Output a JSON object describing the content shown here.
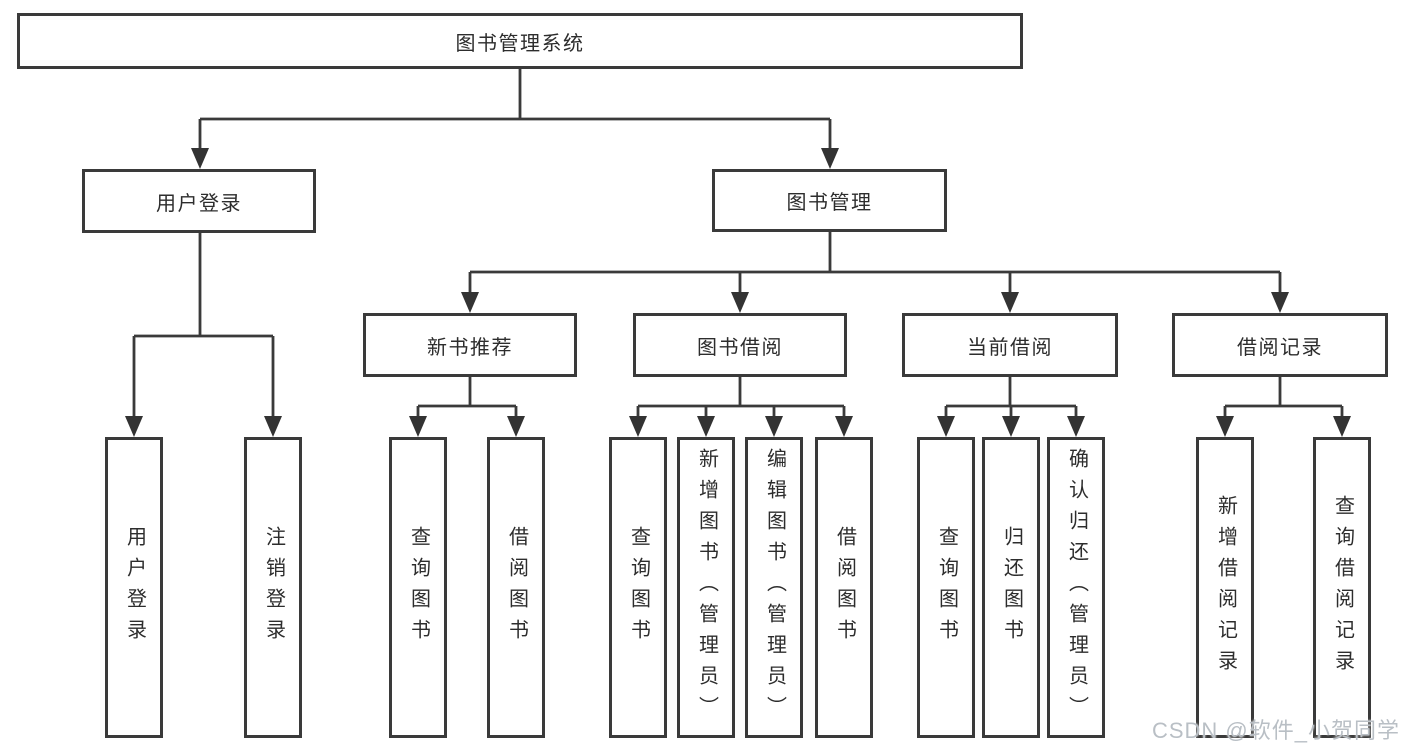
{
  "diagram_type": "functional-structure-tree",
  "colors": {
    "background": "#ffffff",
    "line": "#3a3a3a",
    "box_border": "#3a3a3a",
    "text": "#2d2d2d",
    "watermark": "#b9bfc5"
  },
  "watermark": {
    "text": "CSDN @软件_小贺同学"
  },
  "tree": {
    "label": "图书管理系统",
    "children": [
      {
        "label": "用户登录",
        "children": [
          {
            "label": "用户登录"
          },
          {
            "label": "注销登录"
          }
        ]
      },
      {
        "label": "图书管理",
        "children": [
          {
            "label": "新书推荐",
            "children": [
              {
                "label": "查询图书"
              },
              {
                "label": "借阅图书"
              }
            ]
          },
          {
            "label": "图书借阅",
            "children": [
              {
                "label": "查询图书"
              },
              {
                "label": "新增图书（管理员）"
              },
              {
                "label": "编辑图书（管理员）"
              },
              {
                "label": "借阅图书"
              }
            ]
          },
          {
            "label": "当前借阅",
            "children": [
              {
                "label": "查询图书"
              },
              {
                "label": "归还图书"
              },
              {
                "label": "确认归还（管理员）"
              }
            ]
          },
          {
            "label": "借阅记录",
            "children": [
              {
                "label": "新增借阅记录"
              },
              {
                "label": "查询借阅记录"
              }
            ]
          }
        ]
      }
    ]
  }
}
